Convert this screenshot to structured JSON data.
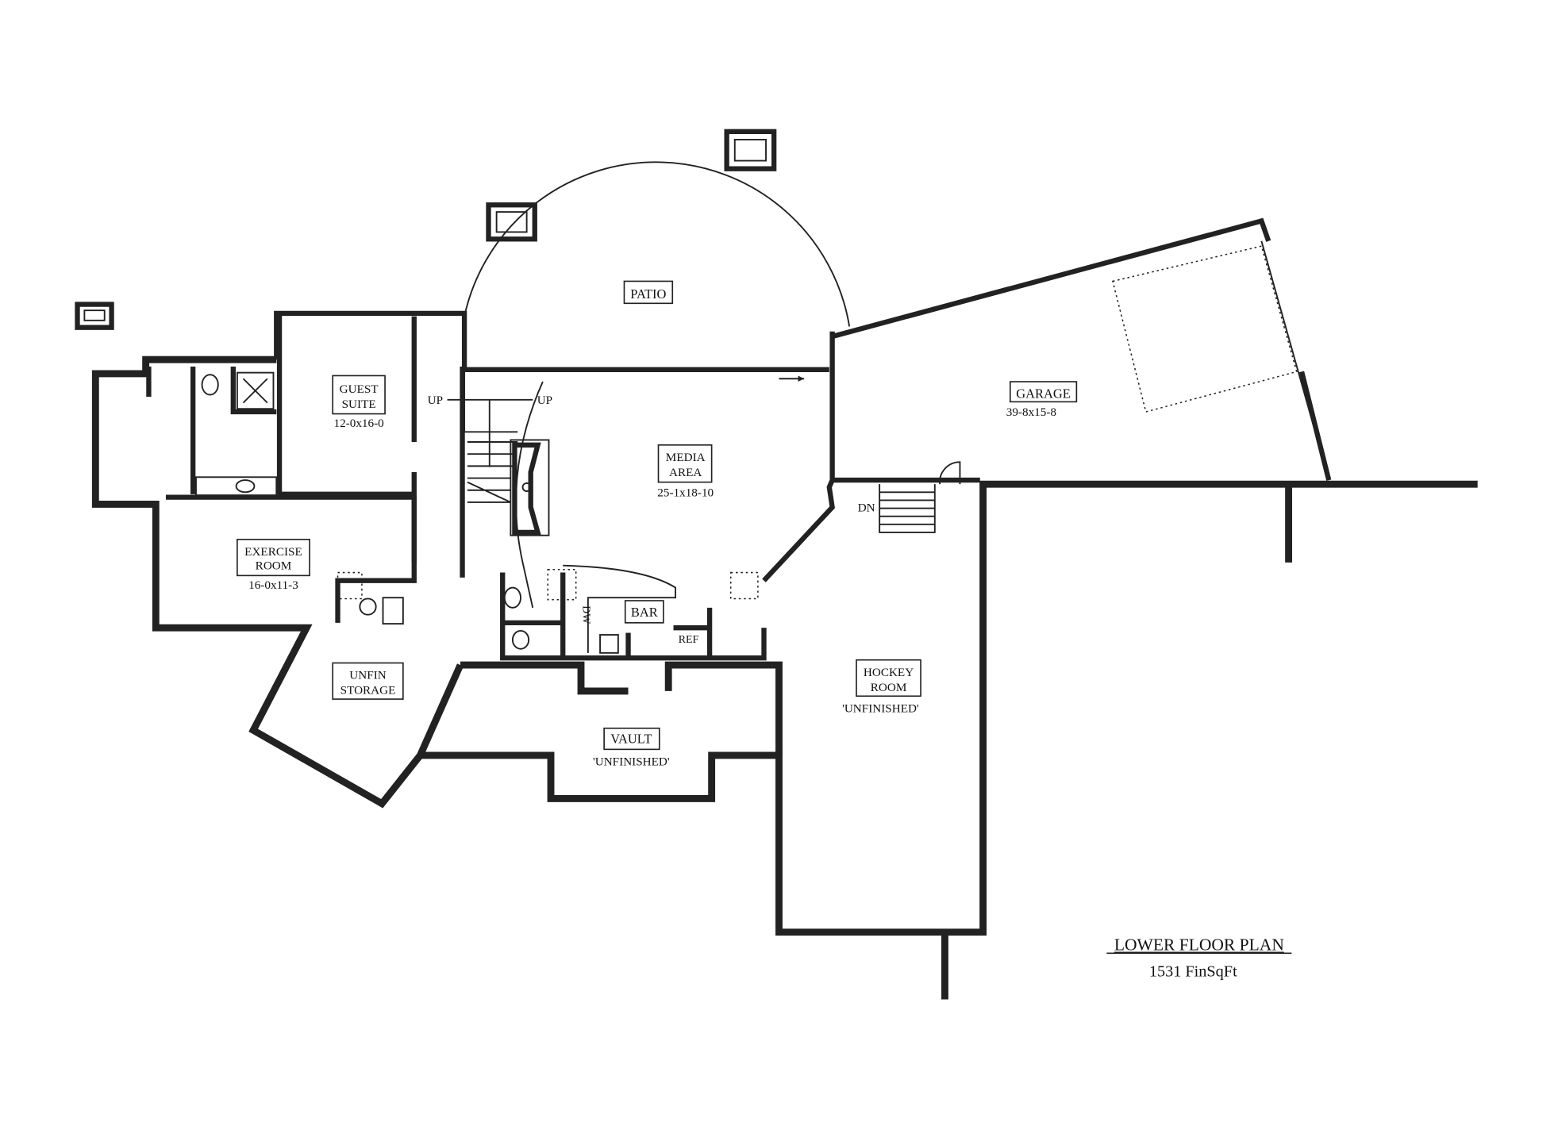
{
  "title": "LOWER FLOOR PLAN",
  "subtitle": "1531 FinSqFt",
  "rooms": {
    "patio": {
      "name": "PATIO"
    },
    "garage": {
      "name": "GARAGE",
      "dims": "39-8x15-8"
    },
    "guest_suite": {
      "name1": "GUEST",
      "name2": "SUITE",
      "dims": "12-0x16-0"
    },
    "media_area": {
      "name1": "MEDIA",
      "name2": "AREA",
      "dims": "25-1x18-10"
    },
    "exercise_room": {
      "name1": "EXERCISE",
      "name2": "ROOM",
      "dims": "16-0x11-3"
    },
    "unfin_storage": {
      "name1": "UNFIN",
      "name2": "STORAGE"
    },
    "bar": {
      "name": "BAR"
    },
    "vault": {
      "name": "VAULT",
      "note": "'UNFINISHED'"
    },
    "hockey_room": {
      "name1": "HOCKEY",
      "name2": "ROOM",
      "note": "'UNFINISHED'"
    }
  },
  "annotations": {
    "up_left": "UP",
    "up_right": "UP",
    "dn": "DN",
    "ref": "REF",
    "dw": "DW"
  }
}
